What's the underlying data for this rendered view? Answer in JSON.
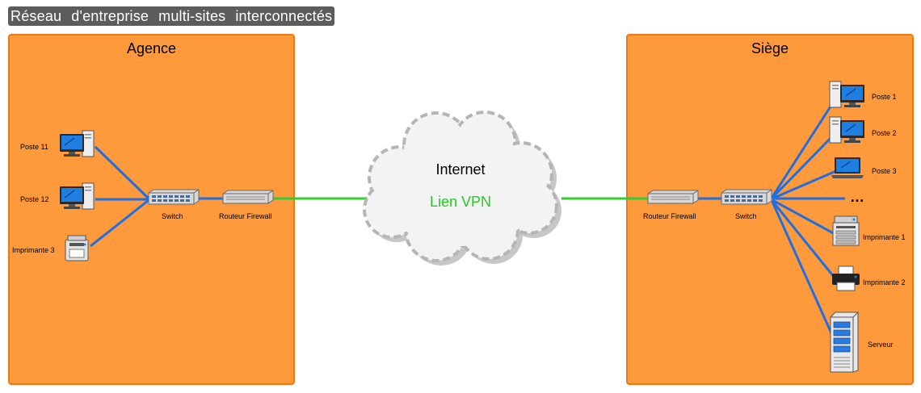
{
  "title": {
    "words": [
      "Réseau",
      "d'entreprise",
      "multi-sites",
      "interconnectés"
    ]
  },
  "agence": {
    "label": "Agence",
    "devices": {
      "poste11": "Poste 11",
      "poste12": "Poste 12",
      "imprimante3": "Imprimante 3",
      "switch": "Switch",
      "routeur": "Routeur Firewall"
    }
  },
  "siege": {
    "label": "Siège",
    "devices": {
      "poste1": "Poste 1",
      "poste2": "Poste 2",
      "poste3": "Poste 3",
      "ellipsis": "…",
      "imprimante1": "Imprimante 1",
      "imprimante2": "Imprimante 2",
      "serveur": "Serveur",
      "switch": "Switch",
      "routeur": "Routeur Firewall"
    }
  },
  "internet": {
    "label": "Internet",
    "vpn_label": "Lien VPN"
  },
  "colors": {
    "site_fill": "#ff9a3c",
    "site_border": "#f07814",
    "lan_link": "#1f6fe0",
    "vpn_link": "#33cc33",
    "vpn_text": "#22cc22",
    "cloud_border": "#b5b5b5"
  }
}
